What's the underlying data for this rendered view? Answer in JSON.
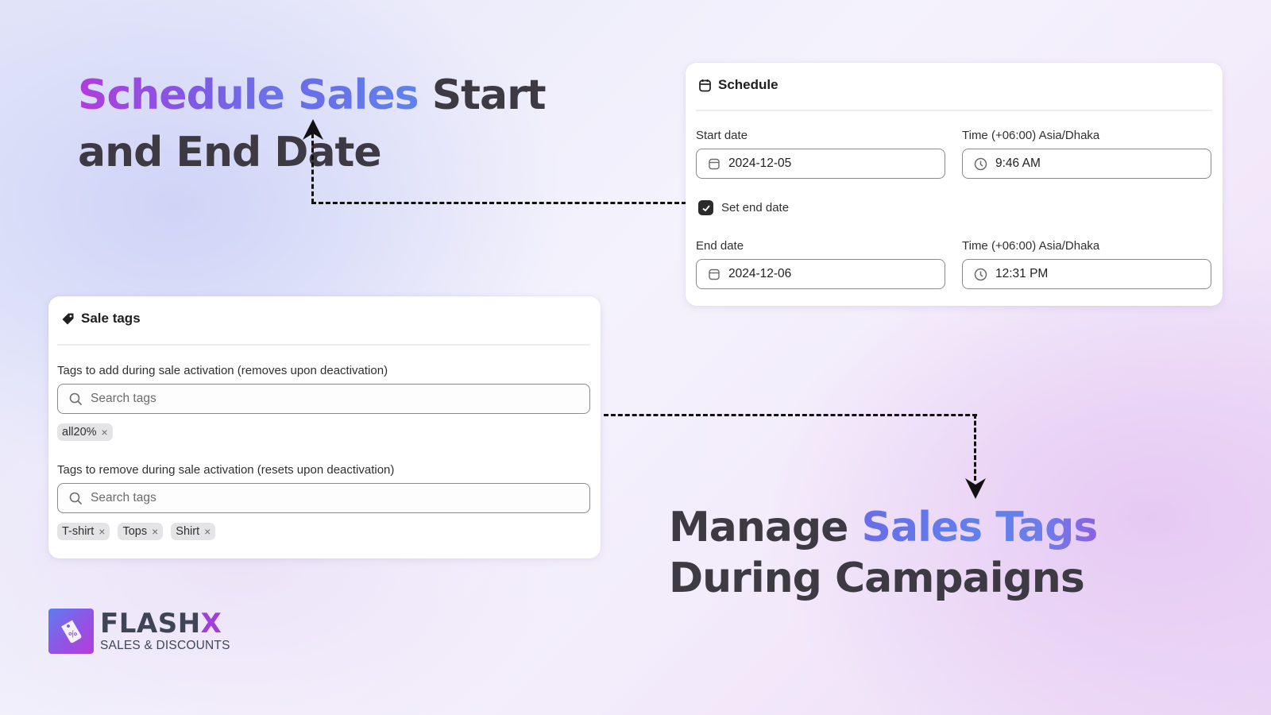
{
  "headlines": {
    "top": {
      "part1": "Schedule",
      "part2": "Sales",
      "part3": "Start and End Date"
    },
    "bottom": {
      "part1": "Manage",
      "part2": "Sales",
      "part3": "Tags",
      "part4": "During Campaigns"
    }
  },
  "schedule_card": {
    "title": "Schedule",
    "title_icon": "calendar-icon",
    "start_date": {
      "label": "Start date",
      "value": "2024-12-05",
      "icon": "calendar-icon"
    },
    "start_time": {
      "label": "Time (+06:00) Asia/Dhaka",
      "value": "9:46 AM",
      "icon": "clock-icon"
    },
    "set_end_date": {
      "label": "Set end date",
      "checked": true
    },
    "end_date": {
      "label": "End date",
      "value": "2024-12-06",
      "icon": "calendar-icon"
    },
    "end_time": {
      "label": "Time (+06:00) Asia/Dhaka",
      "value": "12:31 PM",
      "icon": "clock-icon"
    }
  },
  "sale_tags_card": {
    "title": "Sale tags",
    "title_icon": "tag-icon",
    "add_section": {
      "label": "Tags to add during sale activation (removes upon deactivation)",
      "placeholder": "Search tags",
      "tags": [
        "all20%"
      ]
    },
    "remove_section": {
      "label": "Tags to remove during sale activation (resets upon deactivation)",
      "placeholder": "Search tags",
      "tags": [
        "T-shirt",
        "Tops",
        "Shirt"
      ]
    },
    "remove_tag_glyph": "×"
  },
  "logo": {
    "brand_main": "FLASH",
    "brand_x": "X",
    "subtitle": "SALES & DISCOUNTS"
  },
  "colors": {
    "heading_dark": "#3d3a43",
    "accent_purple": "#b03ddc",
    "accent_blue": "#5f82ea",
    "checkbox": "#2b2b2b",
    "chip_bg": "#e4e4e6"
  }
}
